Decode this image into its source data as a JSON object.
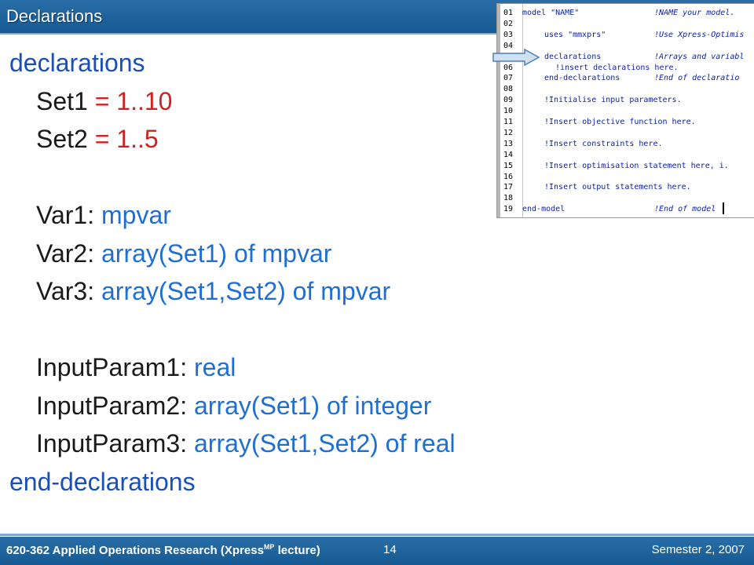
{
  "header": {
    "title": "Declarations"
  },
  "code": [
    {
      "name": "declarations",
      "kind": "kw"
    },
    {
      "name": "Set1",
      "value": "= 1..10",
      "kind": "red"
    },
    {
      "name": "Set2",
      "value": "= 1..5",
      "kind": "red"
    },
    {
      "name": "",
      "kind": "blank"
    },
    {
      "name": "Var1:",
      "value": "mpvar",
      "kind": "blue"
    },
    {
      "name": "Var2:",
      "value": "array(Set1) of mpvar",
      "kind": "blue"
    },
    {
      "name": "Var3:",
      "value": "array(Set1,Set2) of mpvar",
      "kind": "blue"
    },
    {
      "name": "",
      "kind": "blank"
    },
    {
      "name": "InputParam1:",
      "value": "real",
      "kind": "blue"
    },
    {
      "name": "InputParam2:",
      "value": "array(Set1) of integer",
      "kind": "blue"
    },
    {
      "name": "InputParam3:",
      "value": "array(Set1,Set2) of real",
      "kind": "blue"
    },
    {
      "name": "end-declarations",
      "kind": "kw"
    }
  ],
  "editor": {
    "lines": [
      {
        "num": "01",
        "code": "model \"NAME\"",
        "comment": "!NAME your model.",
        "indent": 0
      },
      {
        "num": "02",
        "code": "",
        "comment": "",
        "indent": 0
      },
      {
        "num": "03",
        "code": "uses \"mmxprs\"",
        "comment": "!Use Xpress-Optimis",
        "indent": 1
      },
      {
        "num": "04",
        "code": "",
        "comment": "",
        "indent": 0
      },
      {
        "num": "05",
        "code": "declarations",
        "comment": "!Arrays and variabl",
        "indent": 1
      },
      {
        "num": "06",
        "code": "!insert declarations here.",
        "comment": "",
        "indent": 2
      },
      {
        "num": "07",
        "code": "end-declarations",
        "comment": "!End of declaratio",
        "indent": 1
      },
      {
        "num": "08",
        "code": "",
        "comment": "",
        "indent": 0
      },
      {
        "num": "09",
        "code": "!Initialise input parameters.",
        "comment": "",
        "indent": 1
      },
      {
        "num": "10",
        "code": "",
        "comment": "",
        "indent": 0
      },
      {
        "num": "11",
        "code": "!Insert objective function here.",
        "comment": "",
        "indent": 1
      },
      {
        "num": "12",
        "code": "",
        "comment": "",
        "indent": 0
      },
      {
        "num": "13",
        "code": "!Insert constraints here.",
        "comment": "",
        "indent": 1
      },
      {
        "num": "14",
        "code": "",
        "comment": "",
        "indent": 0
      },
      {
        "num": "15",
        "code": "!Insert optimisation statement here, i.",
        "comment": "",
        "indent": 1
      },
      {
        "num": "16",
        "code": "",
        "comment": "",
        "indent": 0
      },
      {
        "num": "17",
        "code": "!Insert output statements here.",
        "comment": "",
        "indent": 1
      },
      {
        "num": "18",
        "code": "",
        "comment": "",
        "indent": 0
      },
      {
        "num": "19",
        "code": "end-model",
        "comment": "!End of model",
        "indent": 0
      }
    ]
  },
  "footer": {
    "course_prefix": "620-362 Applied Operations Research (Xpress",
    "course_sup": "MP",
    "course_suffix": " lecture)",
    "page": "14",
    "semester": "Semester 2, 2007"
  },
  "colors": {
    "bar": "#165a94",
    "keyword": "#1a4fb8",
    "set_value": "#d02020",
    "type_value": "#1d6fd6"
  }
}
